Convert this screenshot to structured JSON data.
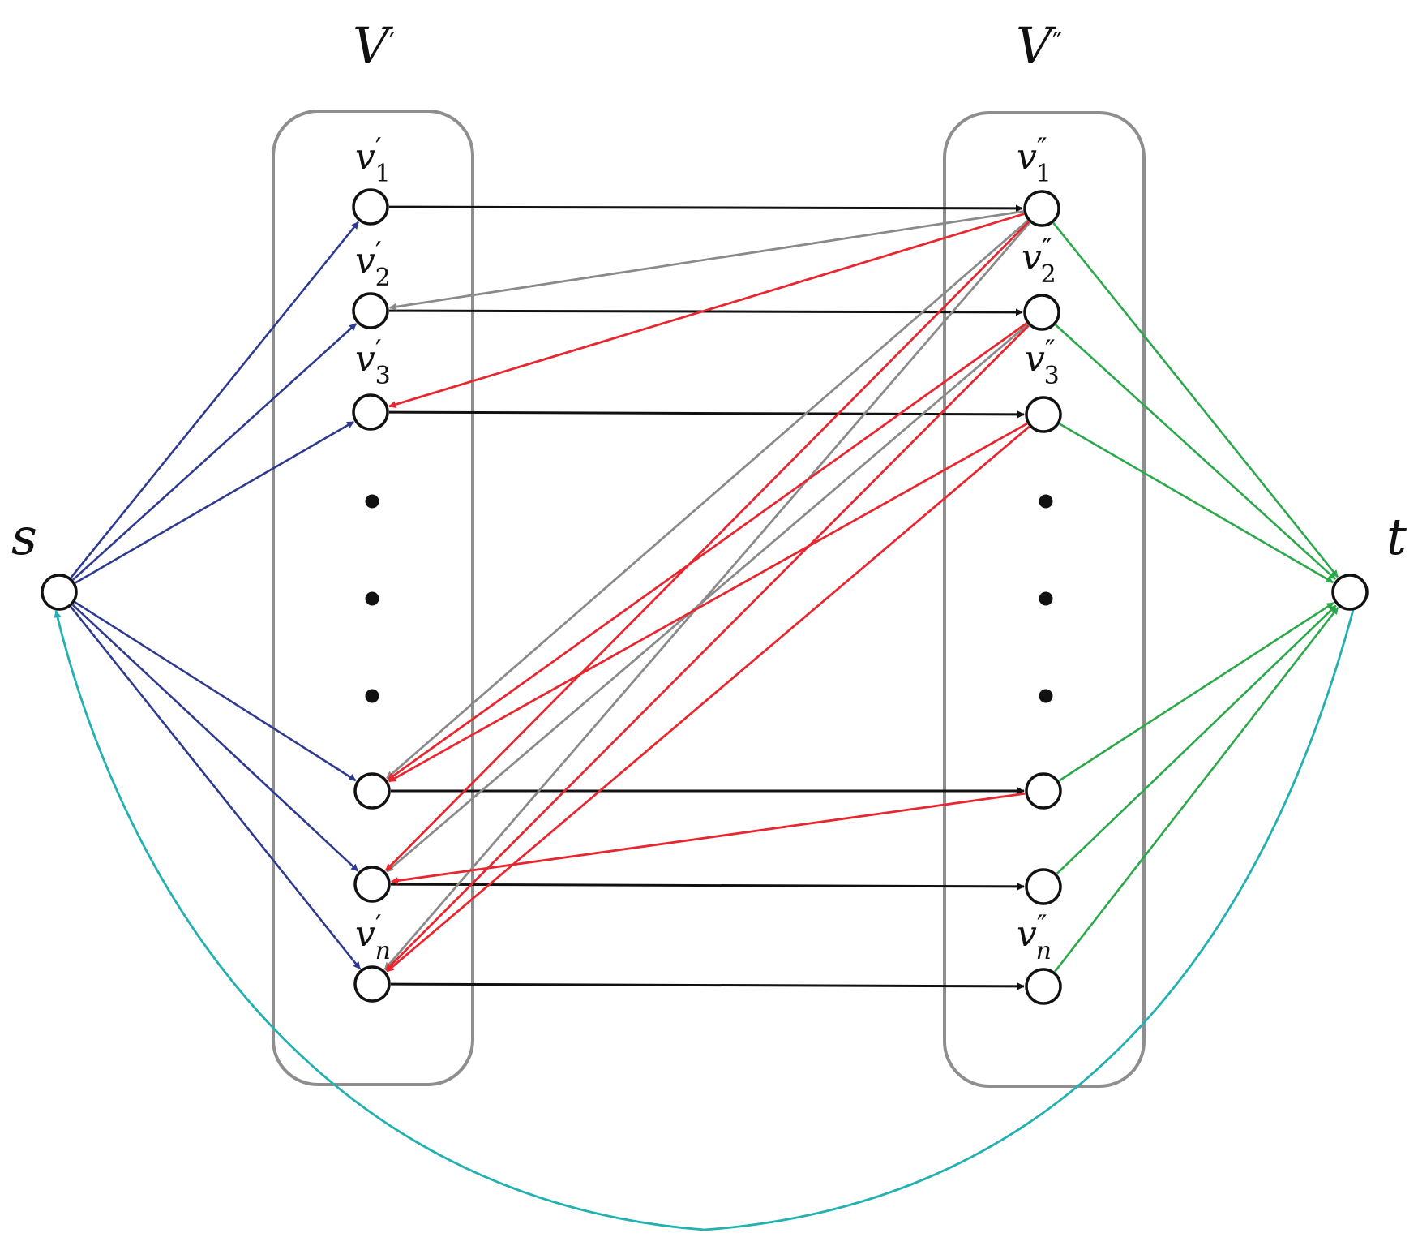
{
  "labels": {
    "source": "s",
    "sink": "t",
    "left_set": {
      "base": "V",
      "mark": "′"
    },
    "right_set": {
      "base": "V",
      "mark": "″"
    },
    "left_first": {
      "base": "v",
      "mark": "′",
      "index": "1"
    },
    "left_second": {
      "base": "v",
      "mark": "′",
      "index": "2"
    },
    "left_third": {
      "base": "v",
      "mark": "′",
      "index": "3"
    },
    "left_last": {
      "base": "v",
      "mark": "′",
      "index": "n"
    },
    "right_first": {
      "base": "v",
      "mark": "″",
      "index": "1"
    },
    "right_second": {
      "base": "v",
      "mark": "″",
      "index": "2"
    },
    "right_third": {
      "base": "v",
      "mark": "″",
      "index": "3"
    },
    "right_last": {
      "base": "v",
      "mark": "″",
      "index": "n"
    }
  },
  "colors": {
    "source_edges": "#2e3a8f",
    "match_edges": "#111111",
    "gray_back_edges": "#8a8a8a",
    "red_back_edges": "#e8262f",
    "sink_edges": "#2aa84a",
    "return_edge": "#22b0b0",
    "group_box": "#8e8e8e"
  },
  "edges": {
    "source_to_left": [
      [
        "s",
        "L1"
      ],
      [
        "s",
        "L2"
      ],
      [
        "s",
        "L3"
      ],
      [
        "s",
        "L4"
      ],
      [
        "s",
        "L5"
      ],
      [
        "s",
        "L6"
      ]
    ],
    "left_to_right": [
      [
        "L1",
        "R1"
      ],
      [
        "L2",
        "R2"
      ],
      [
        "L3",
        "R3"
      ],
      [
        "L4",
        "R4"
      ],
      [
        "L5",
        "R5"
      ],
      [
        "L6",
        "R6"
      ]
    ],
    "gray_back": [
      [
        "R1",
        "L2"
      ],
      [
        "R1",
        "L4"
      ],
      [
        "R1",
        "L6"
      ],
      [
        "R2",
        "L5"
      ]
    ],
    "red_back": [
      [
        "R1",
        "L3"
      ],
      [
        "R1",
        "L5"
      ],
      [
        "R2",
        "L4"
      ],
      [
        "R2",
        "L6"
      ],
      [
        "R3",
        "L4"
      ],
      [
        "R3",
        "L6"
      ],
      [
        "R4",
        "L5"
      ]
    ],
    "right_to_sink": [
      [
        "R1",
        "t"
      ],
      [
        "R2",
        "t"
      ],
      [
        "R3",
        "t"
      ],
      [
        "R4",
        "t"
      ],
      [
        "R5",
        "t"
      ],
      [
        "R6",
        "t"
      ]
    ],
    "return": [
      [
        "t",
        "s"
      ]
    ]
  }
}
